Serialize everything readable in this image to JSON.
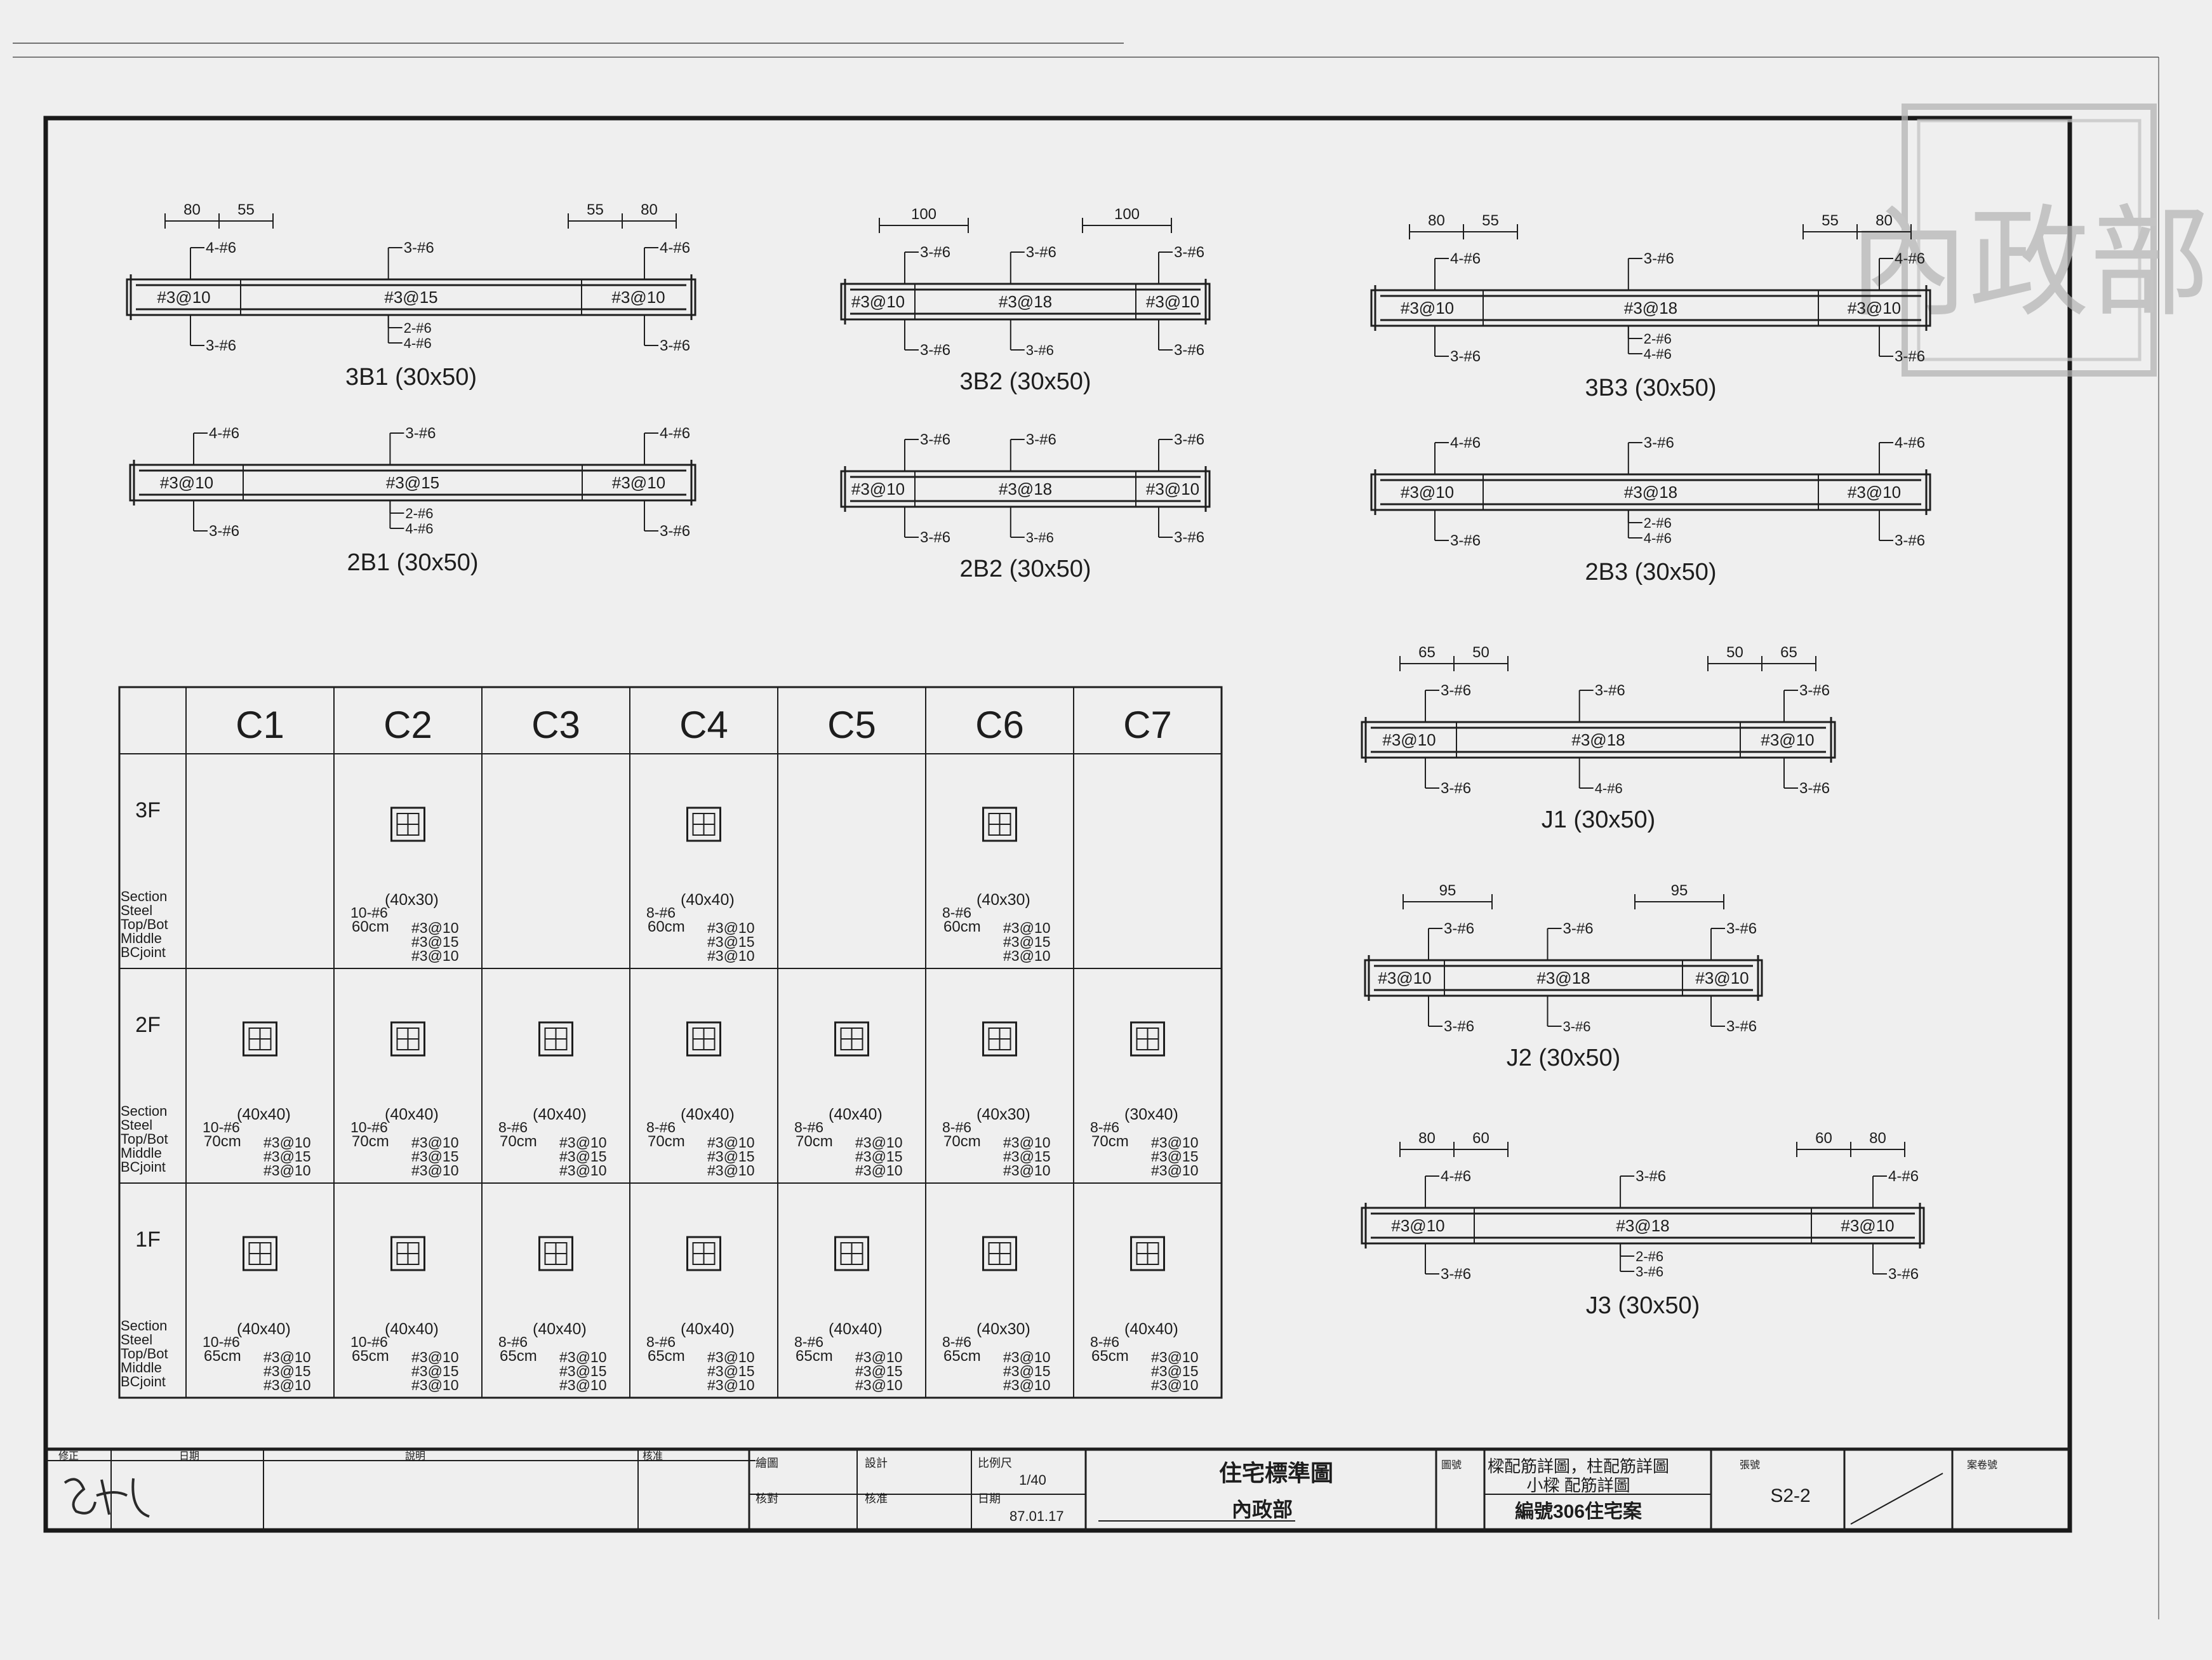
{
  "colors": {
    "paper": "#efefef",
    "ink": "#1d1d1d",
    "stamp": "#b9b9b9"
  },
  "beams": [
    {
      "title": "3B1 (30x50)",
      "dims_left": [
        "80",
        "55"
      ],
      "dims_right": [
        "55",
        "80"
      ],
      "top_left": "4-#6",
      "top_mid": "3-#6",
      "top_right": "4-#6",
      "stir_left": "#3@10",
      "stir_mid": "#3@15",
      "stir_right": "#3@10",
      "bot_left": "3-#6",
      "bot_mid": [
        "2-#6",
        "4-#6"
      ],
      "bot_right": "3-#6"
    },
    {
      "title": "3B2 (30x50)",
      "dims_left": [
        "100"
      ],
      "dims_right": [
        "100"
      ],
      "top_left": "3-#6",
      "top_mid": "3-#6",
      "top_right": "3-#6",
      "stir_left": "#3@10",
      "stir_mid": "#3@18",
      "stir_right": "#3@10",
      "bot_left": "3-#6",
      "bot_mid": [
        "3-#6"
      ],
      "bot_right": "3-#6"
    },
    {
      "title": "3B3 (30x50)",
      "dims_left": [
        "80",
        "55"
      ],
      "dims_right": [
        "55",
        "80"
      ],
      "top_left": "4-#6",
      "top_mid": "3-#6",
      "top_right": "4-#6",
      "stir_left": "#3@10",
      "stir_mid": "#3@18",
      "stir_right": "#3@10",
      "bot_left": "3-#6",
      "bot_mid": [
        "2-#6",
        "4-#6"
      ],
      "bot_right": "3-#6"
    },
    {
      "title": "2B1 (30x50)",
      "dims_left": [],
      "dims_right": [],
      "top_left": "4-#6",
      "top_mid": "3-#6",
      "top_right": "4-#6",
      "stir_left": "#3@10",
      "stir_mid": "#3@15",
      "stir_right": "#3@10",
      "bot_left": "3-#6",
      "bot_mid": [
        "2-#6",
        "4-#6"
      ],
      "bot_right": "3-#6"
    },
    {
      "title": "2B2 (30x50)",
      "dims_left": [],
      "dims_right": [],
      "top_left": "3-#6",
      "top_mid": "3-#6",
      "top_right": "3-#6",
      "stir_left": "#3@10",
      "stir_mid": "#3@18",
      "stir_right": "#3@10",
      "bot_left": "3-#6",
      "bot_mid": [
        "3-#6"
      ],
      "bot_right": "3-#6"
    },
    {
      "title": "2B3 (30x50)",
      "dims_left": [],
      "dims_right": [],
      "top_left": "4-#6",
      "top_mid": "3-#6",
      "top_right": "4-#6",
      "stir_left": "#3@10",
      "stir_mid": "#3@18",
      "stir_right": "#3@10",
      "bot_left": "3-#6",
      "bot_mid": [
        "2-#6",
        "4-#6"
      ],
      "bot_right": "3-#6"
    },
    {
      "title": "J1 (30x50)",
      "dims_left": [
        "65",
        "50"
      ],
      "dims_right": [
        "50",
        "65"
      ],
      "top_left": "3-#6",
      "top_mid": "3-#6",
      "top_right": "3-#6",
      "stir_left": "#3@10",
      "stir_mid": "#3@18",
      "stir_right": "#3@10",
      "bot_left": "3-#6",
      "bot_mid": [
        "4-#6"
      ],
      "bot_right": "3-#6"
    },
    {
      "title": "J2 (30x50)",
      "dims_left": [
        "95"
      ],
      "dims_right": [
        "95"
      ],
      "top_left": "3-#6",
      "top_mid": "3-#6",
      "top_right": "3-#6",
      "stir_left": "#3@10",
      "stir_mid": "#3@18",
      "stir_right": "#3@10",
      "bot_left": "3-#6",
      "bot_mid": [
        "3-#6"
      ],
      "bot_right": "3-#6"
    },
    {
      "title": "J3 (30x50)",
      "dims_left": [
        "80",
        "60"
      ],
      "dims_right": [
        "60",
        "80"
      ],
      "top_left": "4-#6",
      "top_mid": "3-#6",
      "top_right": "4-#6",
      "stir_left": "#3@10",
      "stir_mid": "#3@18",
      "stir_right": "#3@10",
      "bot_left": "3-#6",
      "bot_mid": [
        "2-#6",
        "3-#6"
      ],
      "bot_right": "3-#6"
    }
  ],
  "column_schedule": {
    "headers": [
      "C1",
      "C2",
      "C3",
      "C4",
      "C5",
      "C6",
      "C7"
    ],
    "row_labels": [
      "Section",
      "Steel",
      "Top/Bot",
      "Middle",
      "BCjoint"
    ],
    "floors": [
      {
        "label": "3F",
        "cells": [
          null,
          {
            "size": "(40x30)",
            "steel": "10-#6",
            "len": "60cm",
            "s": [
              "#3@10",
              "#3@15",
              "#3@10"
            ]
          },
          null,
          {
            "size": "(40x40)",
            "steel": "8-#6",
            "len": "60cm",
            "s": [
              "#3@10",
              "#3@15",
              "#3@10"
            ]
          },
          null,
          {
            "size": "(40x30)",
            "steel": "8-#6",
            "len": "60cm",
            "s": [
              "#3@10",
              "#3@15",
              "#3@10"
            ]
          },
          null
        ]
      },
      {
        "label": "2F",
        "cells": [
          {
            "size": "(40x40)",
            "steel": "10-#6",
            "len": "70cm",
            "s": [
              "#3@10",
              "#3@15",
              "#3@10"
            ]
          },
          {
            "size": "(40x40)",
            "steel": "10-#6",
            "len": "70cm",
            "s": [
              "#3@10",
              "#3@15",
              "#3@10"
            ]
          },
          {
            "size": "(40x40)",
            "steel": "8-#6",
            "len": "70cm",
            "s": [
              "#3@10",
              "#3@15",
              "#3@10"
            ]
          },
          {
            "size": "(40x40)",
            "steel": "8-#6",
            "len": "70cm",
            "s": [
              "#3@10",
              "#3@15",
              "#3@10"
            ]
          },
          {
            "size": "(40x40)",
            "steel": "8-#6",
            "len": "70cm",
            "s": [
              "#3@10",
              "#3@15",
              "#3@10"
            ]
          },
          {
            "size": "(40x30)",
            "steel": "8-#6",
            "len": "70cm",
            "s": [
              "#3@10",
              "#3@15",
              "#3@10"
            ]
          },
          {
            "size": "(30x40)",
            "steel": "8-#6",
            "len": "70cm",
            "s": [
              "#3@10",
              "#3@15",
              "#3@10"
            ]
          }
        ]
      },
      {
        "label": "1F",
        "cells": [
          {
            "size": "(40x40)",
            "steel": "10-#6",
            "len": "65cm",
            "s": [
              "#3@10",
              "#3@15",
              "#3@10"
            ]
          },
          {
            "size": "(40x40)",
            "steel": "10-#6",
            "len": "65cm",
            "s": [
              "#3@10",
              "#3@15",
              "#3@10"
            ]
          },
          {
            "size": "(40x40)",
            "steel": "8-#6",
            "len": "65cm",
            "s": [
              "#3@10",
              "#3@15",
              "#3@10"
            ]
          },
          {
            "size": "(40x40)",
            "steel": "8-#6",
            "len": "65cm",
            "s": [
              "#3@10",
              "#3@15",
              "#3@10"
            ]
          },
          {
            "size": "(40x40)",
            "steel": "8-#6",
            "len": "65cm",
            "s": [
              "#3@10",
              "#3@15",
              "#3@10"
            ]
          },
          {
            "size": "(40x30)",
            "steel": "8-#6",
            "len": "65cm",
            "s": [
              "#3@10",
              "#3@15",
              "#3@10"
            ]
          },
          {
            "size": "(40x40)",
            "steel": "8-#6",
            "len": "65cm",
            "s": [
              "#3@10",
              "#3@15",
              "#3@10"
            ]
          }
        ]
      }
    ]
  },
  "title_block": {
    "revision": "修正",
    "date": "日期",
    "description": "說明",
    "verify": "核准",
    "drawn": "繪圖",
    "checked": "核對",
    "design": "設計",
    "approved": "核准",
    "scale_label": "比例尺",
    "scale_value": "1/40",
    "date_label": "日期",
    "date_value": "87.01.17",
    "project": "住宅標準圖",
    "ministry": "內政部",
    "drawing_title_1": "樑配筋詳圖，柱配筋詳圖",
    "drawing_title_2": "小樑 配筋詳圖",
    "project_no": "編號306住宅案",
    "sheet_no_label": "圖號",
    "sheet_no": "S2-2",
    "sheets_label": "張號",
    "case_label": "案卷號"
  },
  "stamp_text": "內政部",
  "signature_text": "吳明義"
}
